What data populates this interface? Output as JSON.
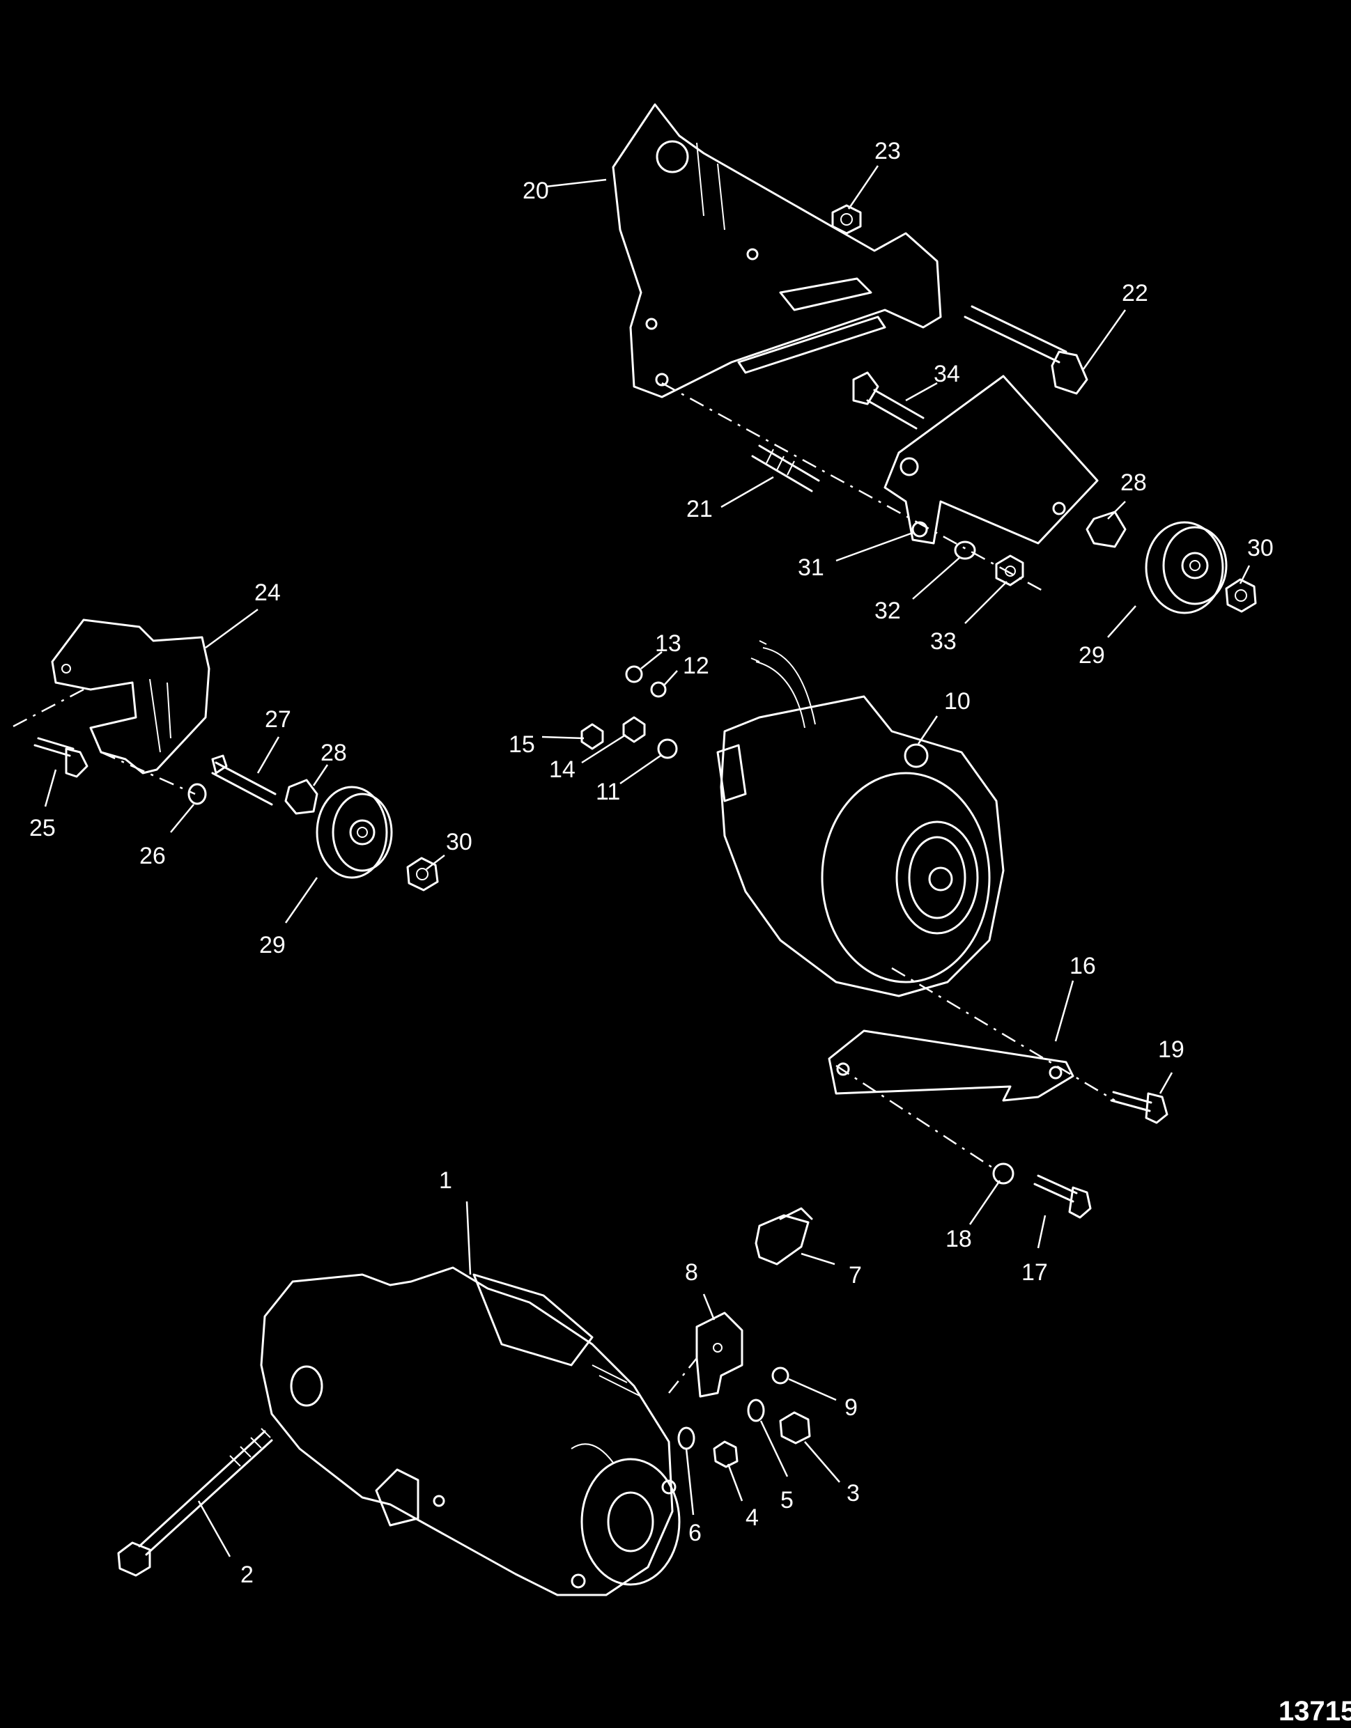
{
  "figure_number": "13715",
  "callouts": [
    "1",
    "2",
    "3",
    "4",
    "5",
    "6",
    "7",
    "8",
    "9",
    "10",
    "11",
    "12",
    "13",
    "14",
    "15",
    "16",
    "17",
    "18",
    "19",
    "20",
    "21",
    "22",
    "23",
    "24",
    "25",
    "26",
    "27",
    "28",
    "28",
    "29",
    "29",
    "30",
    "30",
    "31",
    "32",
    "33",
    "34"
  ]
}
